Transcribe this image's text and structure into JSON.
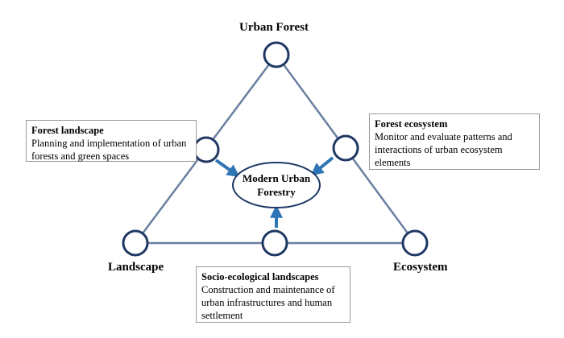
{
  "diagram": {
    "center": {
      "line1": "Modern Urban",
      "line2": "Forestry"
    },
    "vertices": {
      "top": "Urban Forest",
      "left": "Landscape",
      "right": "Ecosystem"
    },
    "boxes": {
      "forest_landscape": {
        "title": "Forest landscape",
        "body": "Planning and implementation of urban forests and green spaces"
      },
      "forest_ecosystem": {
        "title": "Forest ecosystem",
        "body": "Monitor and evaluate patterns and interactions of urban ecosystem elements"
      },
      "socio_ecological": {
        "title": "Socio-ecological landscapes",
        "body": "Construction and maintenance of urban infrastructures and human settlement"
      }
    },
    "colors": {
      "triangle_line": "#6a7fa0",
      "node_stroke": "#1f3864",
      "arrow": "#2e75b6",
      "ellipse_stroke": "#1f3864"
    }
  }
}
